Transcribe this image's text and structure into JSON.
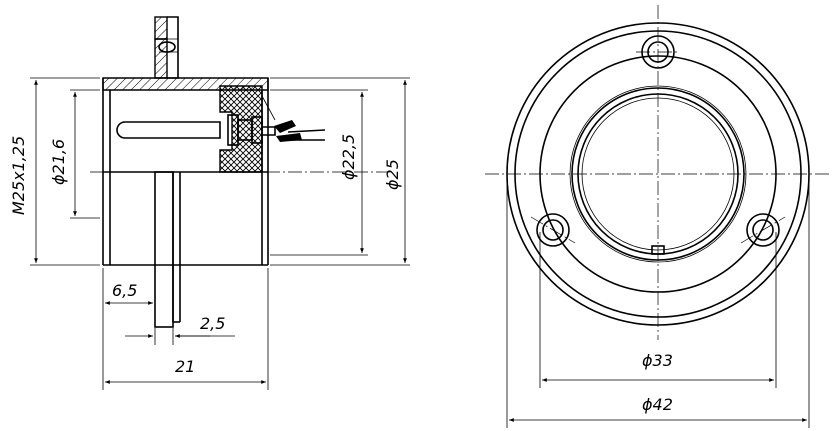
{
  "side_view": {
    "dimensions": {
      "thread": "M25x1,25",
      "inner_diameter": "ϕ21,6",
      "outer_diameter_1": "ϕ22,5",
      "outer_diameter_2": "ϕ25",
      "flange_offset": "6,5",
      "flange_thickness": "2,5",
      "total_length": "21"
    }
  },
  "front_view": {
    "dimensions": {
      "hole_circle_diameter": "ϕ33",
      "flange_diameter": "ϕ42"
    }
  }
}
